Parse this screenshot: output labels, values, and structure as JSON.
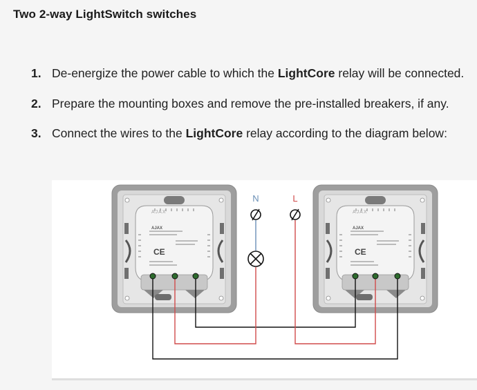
{
  "page": {
    "title": "Two 2-way LightSwitch switches"
  },
  "steps": [
    {
      "number": "1.",
      "pre": "De-energize the power cable to which the ",
      "bold": "LightCore",
      "post": " relay will be connected."
    },
    {
      "number": "2.",
      "pre": "Prepare the mounting boxes and remove the pre-installed breakers, if any.",
      "bold": "",
      "post": ""
    },
    {
      "number": "3.",
      "pre": "Connect the wires to the ",
      "bold": "LightCore",
      "post": " relay according to the diagram below:"
    }
  ],
  "diagram": {
    "neutral_label": "N",
    "line_label": "L",
    "brand_text": "AJAX",
    "ce_mark": "CE",
    "colors": {
      "neutral_wire": "#6a8fb6",
      "line_wire": "#d04a4a",
      "traveler_wire": "#111111"
    }
  }
}
